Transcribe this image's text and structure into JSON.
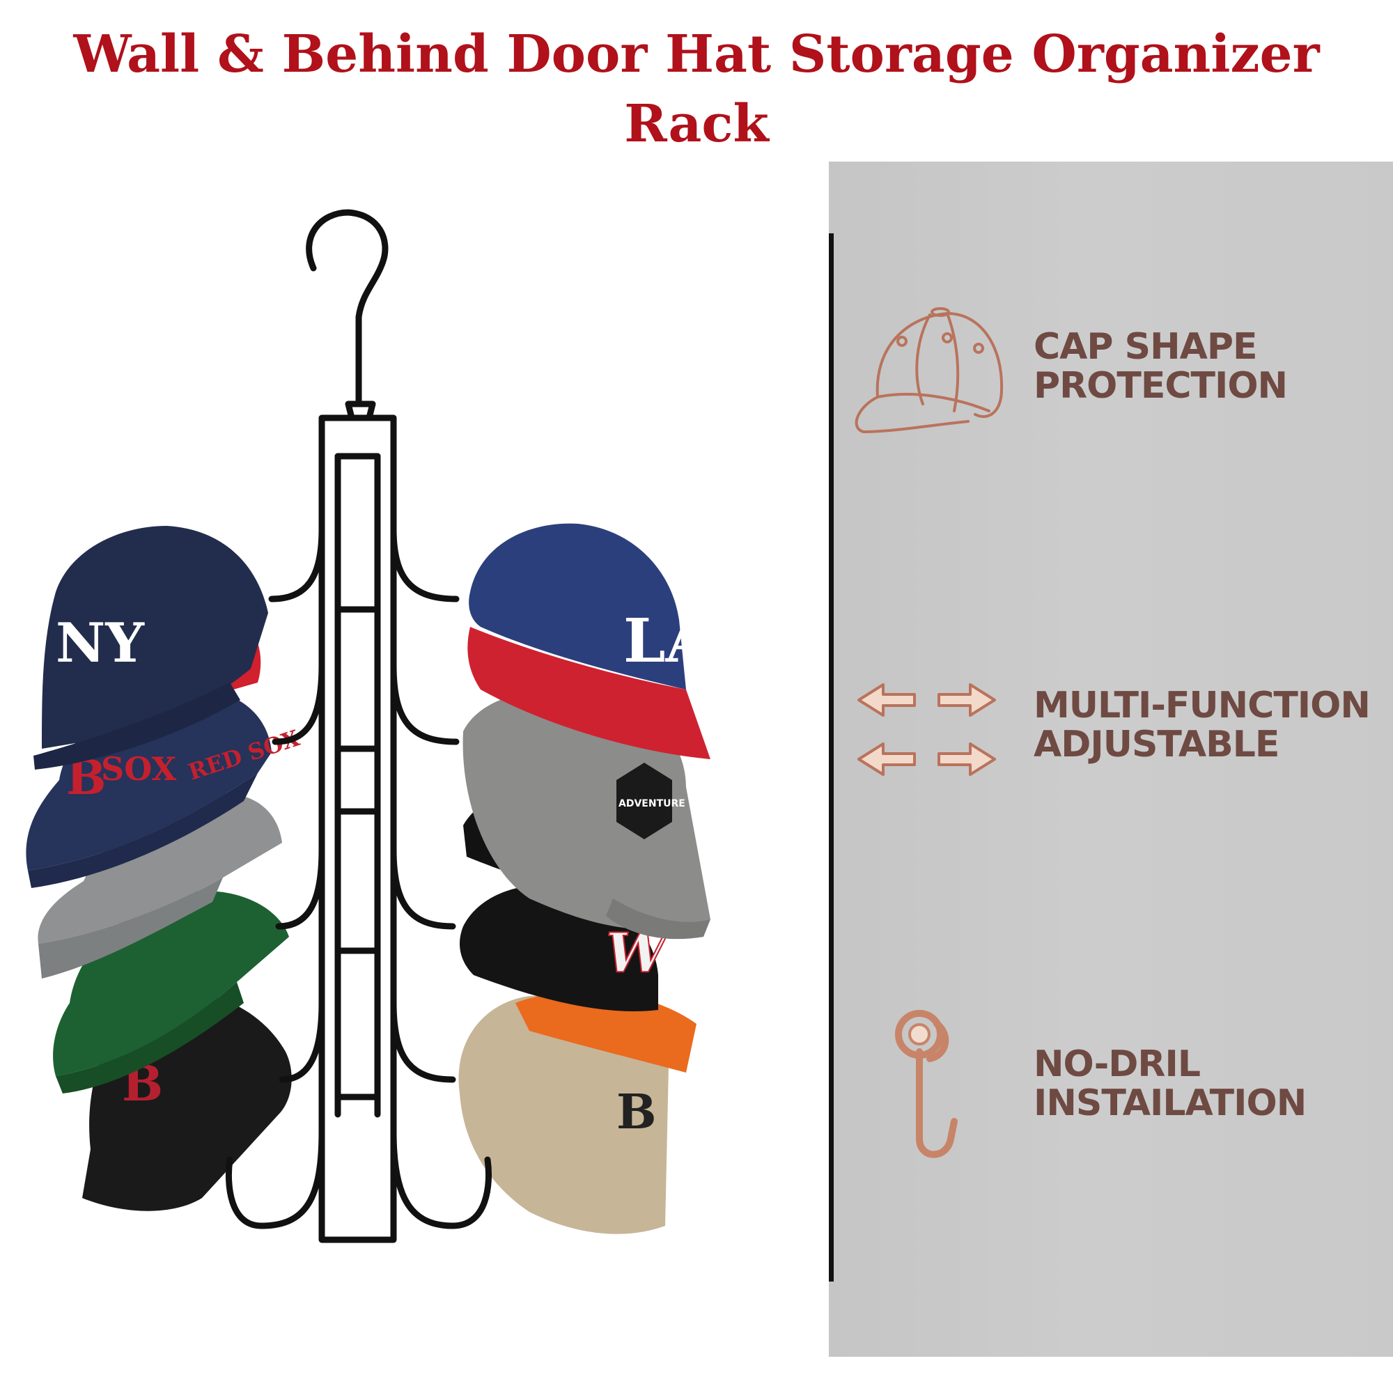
{
  "title": "Wall & Behind Door Hat Storage Organizer Rack",
  "features": [
    {
      "icon": "cap-outline-icon",
      "line1": "CAP SHAPE",
      "line2": "PROTECTION"
    },
    {
      "icon": "adjust-arrows-icon",
      "line1": "MULTI-FUNCTION",
      "line2": "ADJUSTABLE"
    },
    {
      "icon": "door-hook-icon",
      "line1": "NO-DRIL",
      "line2": "INSTAILATION"
    }
  ],
  "caps": {
    "left": [
      {
        "logo": "NY",
        "crown": "#222d4d",
        "visor": "#1d2745"
      },
      {
        "logo": "B",
        "text": "SOX",
        "side_text": "RED SOX",
        "crown": "#26335a",
        "visor": "#1f2a4c"
      },
      {
        "crown": "#8f9192",
        "visor": "#7d8081"
      },
      {
        "crown": "#1d6132",
        "visor": "#195428"
      },
      {
        "logo": "B",
        "crown": "#1a1a1a",
        "visor": "#111111"
      }
    ],
    "right": [
      {
        "logo": "LA",
        "crown": "#2c3f7d",
        "visor": "#cf2230"
      },
      {
        "logo": "ADVENTURE",
        "crown": "#8c8c8b",
        "visor": "#7a7a79"
      },
      {
        "crown": "#121212",
        "visor": "#0c0c0c"
      },
      {
        "logo": "W",
        "crown": "#141414",
        "visor": "#ea6a1e"
      },
      {
        "logo": "B",
        "crown": "#c7b597",
        "visor": "#bba889"
      }
    ]
  },
  "colors": {
    "title": "#b0111a",
    "feature_text": "#6e4a43",
    "icon_outline": "#b9735c",
    "panel": "#c9c9c9",
    "rack": "#111111"
  }
}
